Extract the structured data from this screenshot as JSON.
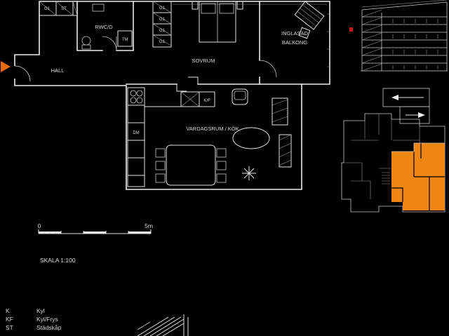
{
  "colors": {
    "background": "#000000",
    "line": "#ededed",
    "accent_orange": "#ef8614",
    "entry_arrow": "#e86a10",
    "red_marker": "#c41a1a"
  },
  "plan": {
    "rooms": {
      "hall": "HALL",
      "rwcd": "RWC/D",
      "sovrum": "SOVRUM",
      "balkong1": "INGLASAD",
      "balkong2": "BALKONG",
      "vardagsrum": "VARDAGSRUM / KÖK"
    },
    "fixtures": {
      "g1": "G1",
      "st": "ST",
      "tm": "TM",
      "dm": "DM",
      "kf": "K/F"
    }
  },
  "scalebar": {
    "start": "0",
    "end": "5m",
    "label": "SKALA 1:100"
  },
  "legend": {
    "rows": [
      {
        "abbr": "K",
        "label": "Kyl"
      },
      {
        "abbr": "KF",
        "label": "Kyl/Frys"
      },
      {
        "abbr": "ST",
        "label": "Städskåp"
      }
    ]
  }
}
